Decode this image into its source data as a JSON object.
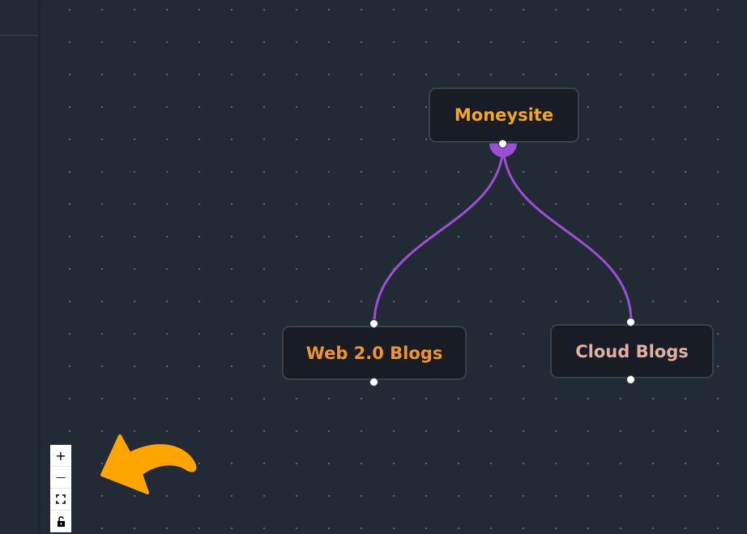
{
  "flow": {
    "nodes": [
      {
        "id": "moneysite",
        "label": "Moneysite",
        "color": "#f5a623"
      },
      {
        "id": "web20",
        "label": "Web 2.0 Blogs",
        "color": "#f0952e"
      },
      {
        "id": "cloud",
        "label": "Cloud Blogs",
        "color": "#e0b0a0"
      }
    ],
    "edges": [
      {
        "from": "moneysite",
        "to": "web20"
      },
      {
        "from": "moneysite",
        "to": "cloud"
      }
    ],
    "edge_color": "#9b4fd3"
  },
  "controls": {
    "zoom_in": "+",
    "zoom_out": "—",
    "fit_view_icon": "fit-view-icon",
    "lock_icon": "lock-icon"
  },
  "annotation": {
    "icon": "curved-arrow-icon",
    "color": "#ffa500"
  }
}
